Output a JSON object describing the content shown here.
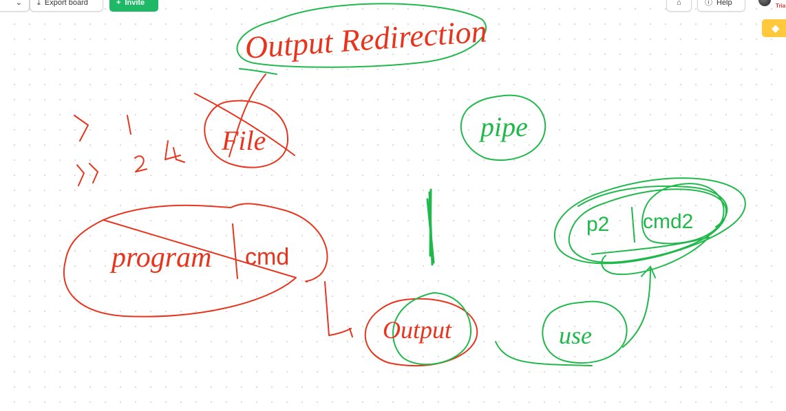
{
  "toolbar": {
    "export_label": "Export board",
    "invite_label": "Invite",
    "help_label": "Help",
    "user_name": "Tria"
  },
  "icons": {
    "chevron": "chevron-down-icon",
    "export": "download-icon",
    "invite": "add-person-icon",
    "home": "home-icon",
    "help": "info-icon",
    "premium": "diamond-icon"
  },
  "colors": {
    "red_ink": "#e8341c",
    "green_ink": "#1fb84a",
    "invite_bg": "#1fb866",
    "premium_bg": "#ffc83d"
  },
  "board": {
    "heading": "Output Redirection",
    "pipe_label": "pipe",
    "operators": [
      ">",
      ">>",
      "1",
      "2",
      "&"
    ],
    "file_label": "File",
    "program_label": "program",
    "cmd_label": "cmd",
    "output_label": "Output",
    "p2_label": "p2",
    "cmd2_label": "cmd2",
    "use_label": "use"
  }
}
